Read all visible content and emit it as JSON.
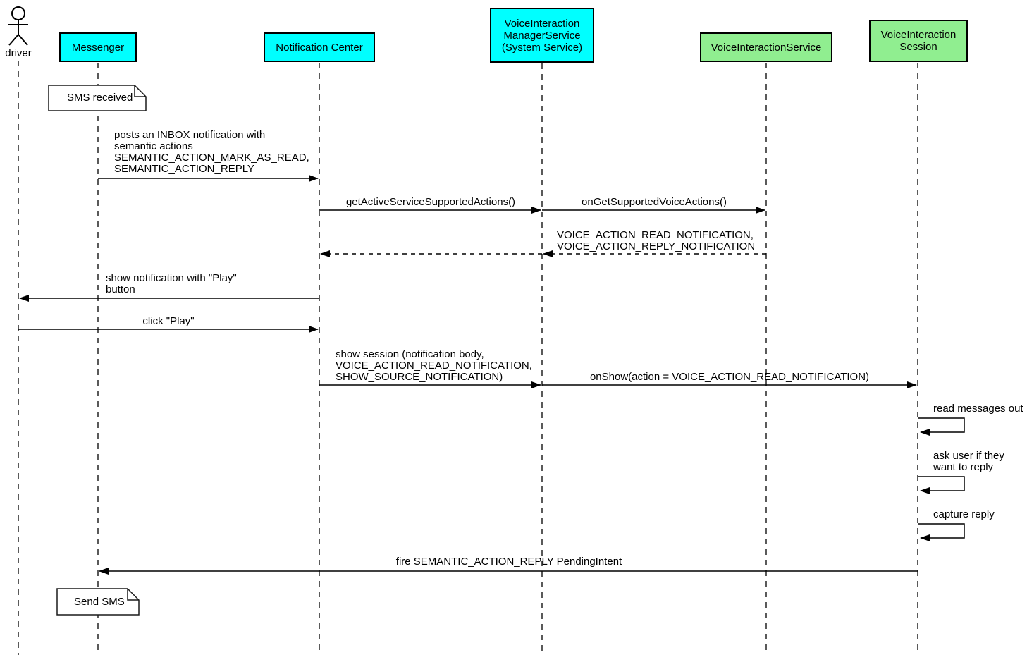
{
  "diagram": {
    "type": "uml-sequence",
    "actor": {
      "name": "driver"
    },
    "participants": [
      {
        "id": "messenger",
        "label": "Messenger",
        "fill": "#00FFFF"
      },
      {
        "id": "notification-center",
        "label": "Notification Center",
        "fill": "#00FFFF"
      },
      {
        "id": "voice-interaction-manager-service",
        "label": "VoiceInteraction\nManagerService\n(System Service)",
        "fill": "#00FFFF"
      },
      {
        "id": "voice-interaction-service",
        "label": "VoiceInteractionService",
        "fill": "#90EE90"
      },
      {
        "id": "voice-interaction-session",
        "label": "VoiceInteraction\nSession",
        "fill": "#90EE90"
      }
    ],
    "notes": [
      {
        "id": "note-sms-received",
        "text": "SMS received",
        "attached_to": "Messenger"
      },
      {
        "id": "note-send-sms",
        "text": "Send SMS",
        "attached_to": "Messenger"
      }
    ],
    "messages": [
      {
        "from": "Messenger",
        "to": "Notification Center",
        "style": "solid",
        "label": "posts an INBOX notification with\nsemantic actions\nSEMANTIC_ACTION_MARK_AS_READ,\nSEMANTIC_ACTION_REPLY"
      },
      {
        "from": "Notification Center",
        "to": "VoiceInteractionManagerService",
        "style": "solid",
        "label": "getActiveServiceSupportedActions()"
      },
      {
        "from": "VoiceInteractionManagerService",
        "to": "VoiceInteractionService",
        "style": "solid",
        "label": "onGetSupportedVoiceActions()"
      },
      {
        "from": "VoiceInteractionService",
        "to": "Notification Center",
        "style": "dashed-return",
        "label": "VOICE_ACTION_READ_NOTIFICATION,\nVOICE_ACTION_REPLY_NOTIFICATION"
      },
      {
        "from": "Notification Center",
        "to": "driver",
        "style": "solid",
        "label": "show notification with \"Play\"\nbutton"
      },
      {
        "from": "driver",
        "to": "Notification Center",
        "style": "solid",
        "label": "click \"Play\""
      },
      {
        "from": "Notification Center",
        "to": "VoiceInteractionManagerService",
        "style": "solid",
        "label": "show session (notification body,\nVOICE_ACTION_READ_NOTIFICATION,\nSHOW_SOURCE_NOTIFICATION)"
      },
      {
        "from": "VoiceInteractionManagerService",
        "to": "VoiceInteractionSession",
        "style": "solid",
        "label": "onShow(action = VOICE_ACTION_READ_NOTIFICATION)"
      },
      {
        "from": "VoiceInteractionSession",
        "to": "VoiceInteractionSession",
        "style": "self",
        "label": "read messages out"
      },
      {
        "from": "VoiceInteractionSession",
        "to": "VoiceInteractionSession",
        "style": "self",
        "label": "ask user if they\nwant to reply"
      },
      {
        "from": "VoiceInteractionSession",
        "to": "VoiceInteractionSession",
        "style": "self",
        "label": "capture reply"
      },
      {
        "from": "VoiceInteractionSession",
        "to": "Messenger",
        "style": "solid",
        "label": "fire SEMANTIC_ACTION_REPLY PendingIntent"
      }
    ],
    "colors": {
      "participant_cyan": "#00FFFF",
      "participant_green": "#90EE90",
      "line": "#000000",
      "note_fill": "#FFFFFF",
      "background": "#FFFFFF"
    }
  }
}
